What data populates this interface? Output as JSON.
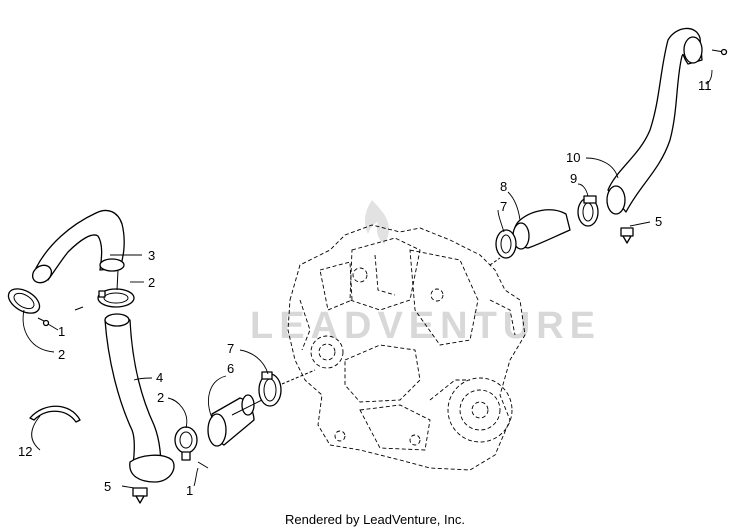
{
  "callouts": {
    "c1a": "1",
    "c2a": "2",
    "c3": "3",
    "c2b": "2",
    "c4": "4",
    "c2c": "2",
    "c6": "6",
    "c7a": "7",
    "c12": "12",
    "c5a": "5",
    "c1b": "1",
    "c8": "8",
    "c7b": "7",
    "c9": "9",
    "c10": "10",
    "c5b": "5",
    "c11": "11"
  },
  "watermark": "LEADVENTURE",
  "footer": "Rendered by LeadVenture, Inc."
}
